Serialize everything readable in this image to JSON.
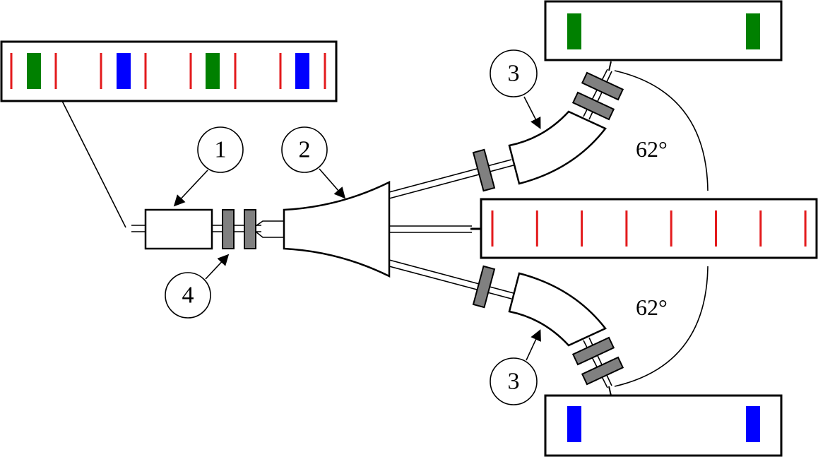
{
  "diagram": {
    "colors": {
      "red_line": "#e31a1c",
      "green": "#008000",
      "blue": "#0000ff",
      "gate": "#808080"
    },
    "callouts": [
      {
        "id": "1",
        "label": "1"
      },
      {
        "id": "2",
        "label": "2"
      },
      {
        "id": "3-top",
        "label": "3"
      },
      {
        "id": "3-bottom",
        "label": "3"
      },
      {
        "id": "4",
        "label": "4"
      }
    ],
    "angles": {
      "upper": "62°",
      "lower": "62°"
    },
    "input_sequence": {
      "pattern": [
        "red",
        "green",
        "red",
        "red",
        "blue",
        "red",
        "red",
        "green",
        "red",
        "red",
        "blue",
        "red"
      ]
    },
    "center_output": {
      "pattern": [
        "red",
        "red",
        "red",
        "red",
        "red",
        "red",
        "red",
        "red"
      ]
    },
    "top_output": {
      "pattern": [
        "green",
        "green"
      ]
    },
    "bottom_output": {
      "pattern": [
        "blue",
        "blue"
      ]
    }
  }
}
